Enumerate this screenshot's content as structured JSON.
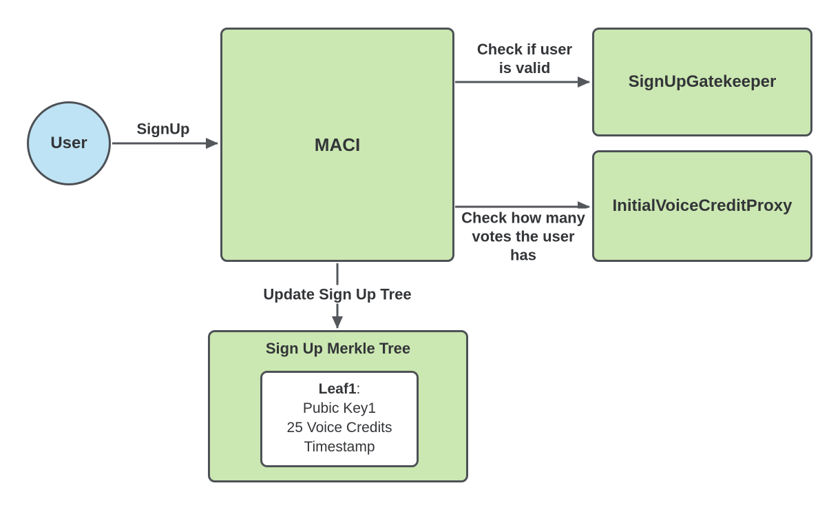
{
  "diagram": {
    "nodes": {
      "user": {
        "label": "User"
      },
      "maci": {
        "label": "MACI"
      },
      "signup_gatekeeper": {
        "label": "SignUpGatekeeper"
      },
      "initial_voice_credit_proxy": {
        "label": "InitialVoiceCreditProxy"
      },
      "signup_merkle_tree": {
        "title": "Sign Up Merkle Tree",
        "leaf": {
          "name": "Leaf1",
          "separator": ":",
          "lines": [
            "Pubic Key1",
            "25 Voice Credits",
            "Timestamp"
          ]
        }
      }
    },
    "edges": {
      "signup": {
        "label": "SignUp"
      },
      "check_user_valid": {
        "lines": [
          "Check if user",
          "is valid"
        ]
      },
      "check_votes": {
        "lines": [
          "Check how many",
          "votes the user",
          "has"
        ]
      },
      "update_tree": {
        "label": "Update Sign Up Tree"
      }
    },
    "colors": {
      "green_fill": "#cbe7b2",
      "blue_fill": "#bee3f4",
      "border": "#4d5156",
      "arrow": "#53565a",
      "text": "#333538",
      "leaf_fill": "#ffffff",
      "background": "#ffffff"
    }
  }
}
